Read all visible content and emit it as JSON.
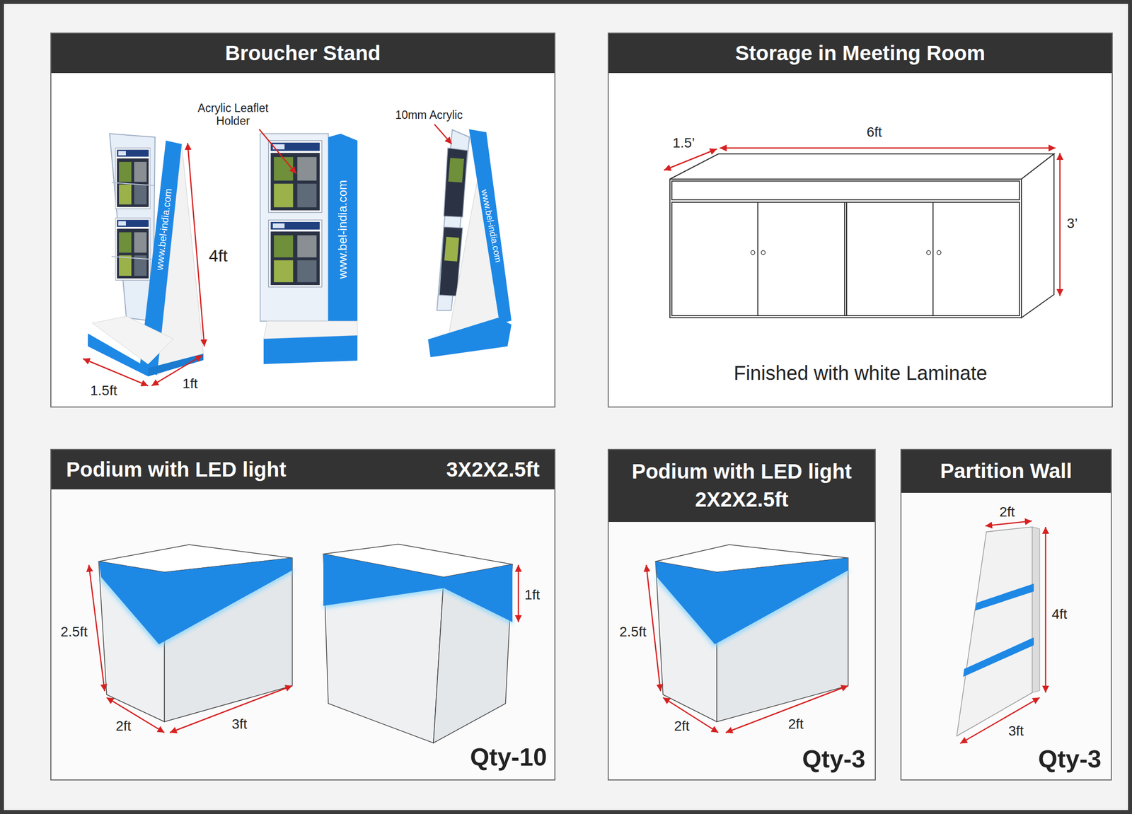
{
  "diagram": {
    "nodes": [
      {
        "text": [
          "Broucher Stand"
        ]
      },
      {
        "text": [
          "Storage in Meeting Room"
        ]
      },
      {
        "text": [
          "Podium with LED light",
          "3X2X2.5ft"
        ]
      },
      {
        "text": [
          "Podium with LED light 2X2X2.5ft"
        ]
      },
      {
        "text": [
          "Partition Wall"
        ]
      }
    ],
    "edges": [],
    "labels": [
      "Acrylic Leaflet Holder",
      "10mm Acrylic",
      "www.bel-india.com",
      "www.bel-india.com",
      "www.bel-india.com",
      "4ft",
      "1.5ft",
      "1ft",
      "1.5’",
      "6ft",
      "3’",
      "Finished with white Laminate",
      "1ft",
      "2.5ft",
      "2ft",
      "3ft",
      "Qty-10",
      "2.5ft",
      "2ft",
      "2ft",
      "Qty-3",
      "2ft",
      "4ft",
      "3ft",
      "Qty-3"
    ]
  }
}
